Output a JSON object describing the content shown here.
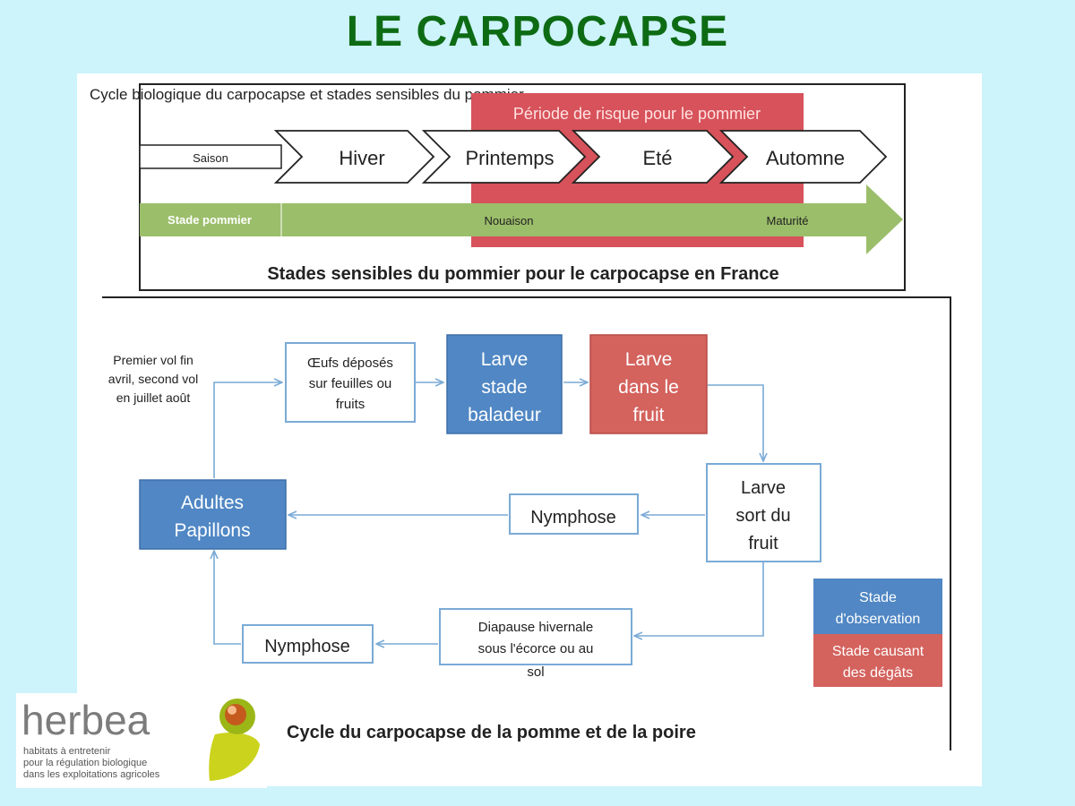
{
  "page_title": "LE CARPOCAPSE",
  "top_diagram": {
    "caption_top": "Cycle biologique du carpocapse et stades sensibles du pommier",
    "risk_label": "Période de risque pour le pommier",
    "season_label": "Saison",
    "seasons": [
      "Hiver",
      "Printemps",
      "Eté",
      "Automne"
    ],
    "stage_label": "Stade pommier",
    "stage_markers": [
      "Nouaison",
      "Maturité"
    ],
    "title": "Stades sensibles du pommier pour le carpocapse en France"
  },
  "cycle_diagram": {
    "flight_note": [
      "Premier vol fin",
      "avril, second vol",
      "en juillet août"
    ],
    "eggs": [
      "Œufs déposés",
      "sur feuilles ou",
      "fruits"
    ],
    "larva_wandering": [
      "Larve",
      "stade",
      "baladeur"
    ],
    "larva_in_fruit": [
      "Larve",
      "dans le",
      "fruit"
    ],
    "larva_exits": [
      "Larve",
      "sort du",
      "fruit"
    ],
    "nymphosis_upper": "Nymphose",
    "adults": [
      "Adultes",
      "Papillons"
    ],
    "diapause": [
      "Diapause hivernale",
      "sous l'écorce ou au",
      "sol"
    ],
    "nymphosis_lower": "Nymphose",
    "legend_observation": [
      "Stade",
      "d'observation"
    ],
    "legend_damage": [
      "Stade causant",
      "des dégâts"
    ],
    "title": "Cycle du carpocapse de la pomme et de la poire"
  },
  "logo": {
    "name": "herbea",
    "tagline": [
      "habitats à entretenir",
      "pour la régulation biologique",
      "dans les exploitations agricoles"
    ]
  },
  "colors": {
    "title_green": "#0d6b14",
    "observation_blue": "#5087c4",
    "damage_red": "#d4625d",
    "stage_green": "#9bbe6a",
    "background": "#cdf3fb"
  }
}
